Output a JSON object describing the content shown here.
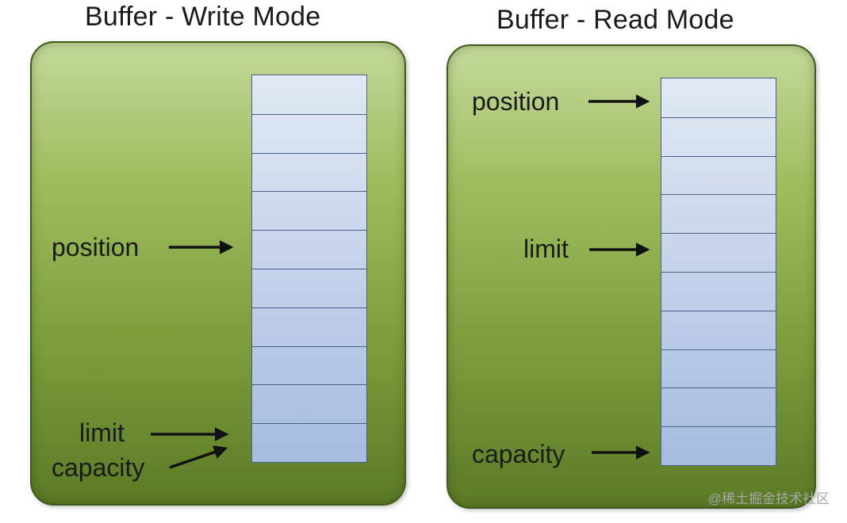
{
  "write_mode": {
    "title": "Buffer - Write Mode",
    "cell_count": 10,
    "labels": {
      "position": "position",
      "limit": "limit",
      "capacity": "capacity"
    }
  },
  "read_mode": {
    "title": "Buffer - Read Mode",
    "cell_count": 10,
    "labels": {
      "position": "position",
      "limit": "limit",
      "capacity": "capacity"
    }
  },
  "watermark": "@稀土掘金技术社区",
  "colors": {
    "panel_top": "#c4d89a",
    "panel_bottom": "#5b7a26",
    "panel_border": "#3e5a1c",
    "cell_top": "#e2e9f4",
    "cell_bottom": "#a6bbe0",
    "cell_border": "#4a5f8c"
  }
}
